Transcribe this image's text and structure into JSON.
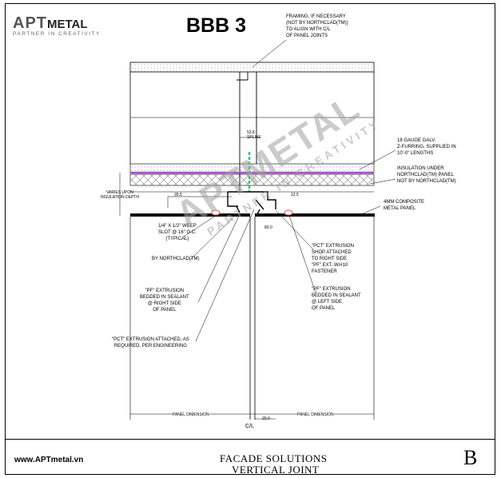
{
  "header": {
    "logo_main": "APT",
    "logo_metal": "METAL",
    "logo_tagline": "PARTNER IN CREATIVITY",
    "title": "BBB 3"
  },
  "notes": {
    "framing": "FRAMING, IF NECESSARY\n(NOT BY NORTHCLAD(TM))\nTO ALIGN WITH C/L\nOF PANEL JOINTS",
    "zfurring": "18 GAUGE GALV.\nZ-FURRING, SUPPLIED IN\n10'-0\" LENGTHS",
    "insulation": "INSULATION UNDER\nNORTHCLAD(TM) PANEL\nNOT BY NORTHCLAD(TM)",
    "composite": "4MM COMPOSITE\nMETAL PANEL",
    "varies": "VARIES UPON\nINSULATION DEPTH",
    "weep": "1/4\" x 1/2\" WEEP\nSLOT @ 16\" O.C.\n(TYPICAL)",
    "by_northclad": "BY NORTHCLAD(TM)",
    "pf_right": "\"PF\" EXTRUSION\nBEDDED IN SEALANT\n@ RIGHT SIDE\nOF PANEL",
    "pct_attached": "\"PCT\" EXTRUSION ATTACHED, AS\nREQUIRED, PER ENGINEERING",
    "pct_shop": "\"PCT\" EXTRUSION\nSHOP ATTACHED\nTO RIGHT SIDE\n\"PF\" EXT. W/#10\nFASTENER",
    "pf_left": "\"PF\" EXTRUSION\nBEDDED IN SEALANT\n@ LEFT SIDE\nOF PANEL"
  },
  "dimensions": {
    "spline_value": "53.8",
    "spline_label": "SPLINE",
    "d39": "39.5",
    "d12": "12.5",
    "d80": "80.0",
    "panel_dim_left": "PANEL DIMENSION",
    "panel_dim_right": "PANEL DIMENSION",
    "gap": "20.0",
    "centerline": "C/L"
  },
  "watermark": {
    "main": "APTMETAL",
    "sub": "PARTNER IN CREATIVITY"
  },
  "footer": {
    "website": "www.APTmetal.vn",
    "title_line1": "FACADE SOLUTIONS",
    "title_line2": "VERTICAL JOINT",
    "sheet_letter": "B"
  },
  "colors": {
    "membrane": "#b04bd0",
    "spline": "#2ecc71",
    "sealant": "#e05050"
  }
}
